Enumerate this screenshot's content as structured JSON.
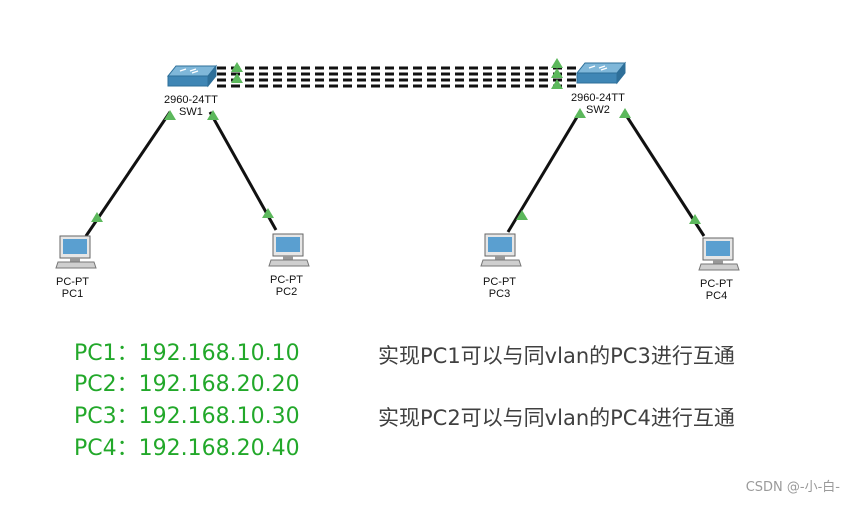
{
  "devices": {
    "sw1": {
      "model": "2960-24TT",
      "name": "SW1"
    },
    "sw2": {
      "model": "2960-24TT",
      "name": "SW2"
    },
    "pc1": {
      "model": "PC-PT",
      "name": "PC1"
    },
    "pc2": {
      "model": "PC-PT",
      "name": "PC2"
    },
    "pc3": {
      "model": "PC-PT",
      "name": "PC3"
    },
    "pc4": {
      "model": "PC-PT",
      "name": "PC4"
    }
  },
  "ip_list": [
    "PC1：192.168.10.10",
    "PC2：192.168.20.20",
    "PC3：192.168.10.30",
    "PC4：192.168.20.40"
  ],
  "notes": [
    "实现PC1可以与同vlan的PC3进行互通",
    "实现PC2可以与同vlan的PC4进行互通"
  ],
  "watermark": "CSDN @-小-白-",
  "colors": {
    "ip_text": "#22a82a",
    "note_text": "#404040",
    "link_up": "#5cb85c",
    "cable": "#111111",
    "switch": "#4a90b8"
  },
  "icons": {
    "switch": "switch-icon",
    "pc": "pc-icon",
    "link_status": "triangle-up-icon"
  }
}
